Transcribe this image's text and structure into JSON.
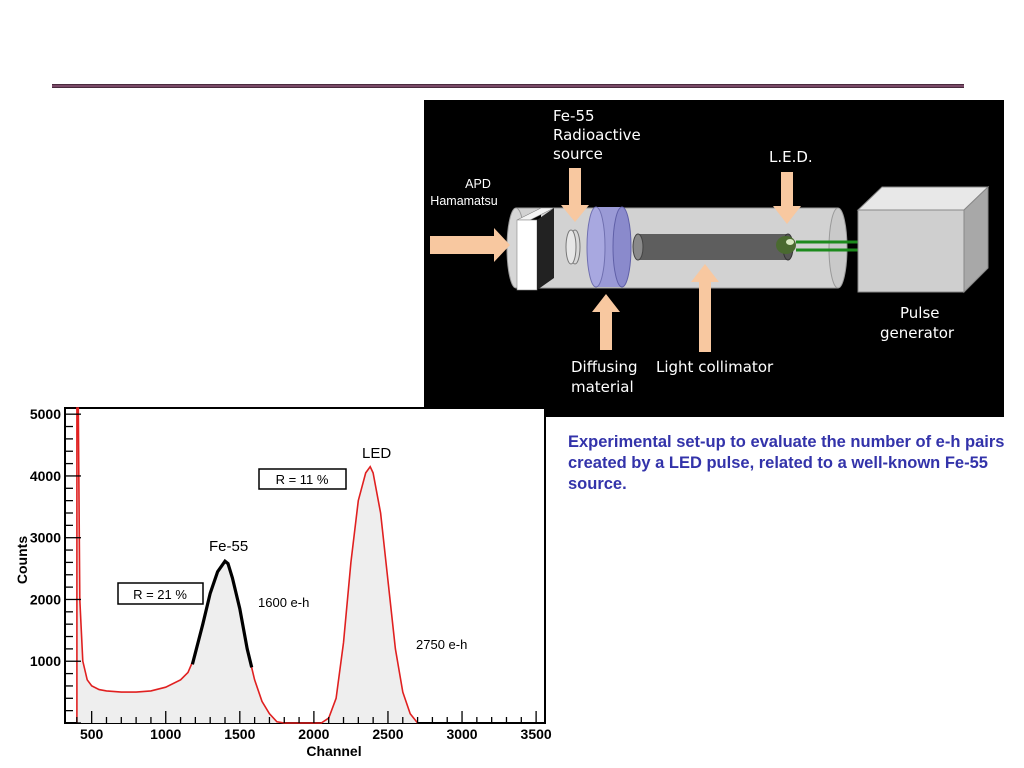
{
  "diagram": {
    "labels": {
      "apd_line1": "APD",
      "apd_line2": "Hamamatsu",
      "source_line1": "Fe-55",
      "source_line2": "Radioactive",
      "source_line3": "source",
      "led": "L.E.D.",
      "pulse_line1": "Pulse",
      "pulse_line2": "generator",
      "diffusing_line1": "Diffusing",
      "diffusing_line2": "material",
      "collimator": "Light collimator"
    }
  },
  "caption": " Experimental set-up to evaluate the number of e-h pairs created by a LED pulse, related to a well-known Fe-55 source.",
  "chart_data": {
    "type": "line",
    "xlabel": "Channel",
    "ylabel": "Counts",
    "xlim": [
      320,
      1550
    ],
    "ylim": [
      0,
      5100
    ],
    "x_ticks": [
      500,
      1000,
      1500,
      2000,
      2500,
      3000,
      3500
    ],
    "x_tick_labels": [
      "500",
      "1000",
      "1500",
      "2000",
      "2500",
      "3000",
      "3500"
    ],
    "y_ticks": [
      1000,
      2000,
      3000,
      4000,
      5000
    ],
    "y_tick_labels": [
      "1000",
      "2000",
      "3000",
      "4000",
      "5000"
    ],
    "series": [
      {
        "x": [
          400,
          400,
          410,
          420,
          440,
          470,
          500,
          550,
          600,
          700,
          800,
          900,
          1000,
          1100,
          1150,
          1200,
          1250,
          1300,
          1350,
          1400,
          1420,
          1450,
          1500,
          1550,
          1600,
          1650,
          1700,
          1750,
          1800,
          2050,
          2100,
          2150,
          2200,
          2250,
          2300,
          2350,
          2380,
          2400,
          2450,
          2500,
          2550,
          2600,
          2650,
          2700
        ],
        "values": [
          0,
          5100,
          5100,
          2000,
          1000,
          700,
          600,
          540,
          520,
          500,
          500,
          520,
          580,
          700,
          820,
          1100,
          1600,
          2100,
          2450,
          2620,
          2580,
          2350,
          1850,
          1200,
          700,
          350,
          150,
          20,
          0,
          0,
          80,
          400,
          1300,
          2600,
          3600,
          4050,
          4150,
          4050,
          3400,
          2300,
          1200,
          500,
          150,
          0
        ]
      },
      {
        "x": [
          1180,
          1250,
          1300,
          1350,
          1400,
          1420,
          1450,
          1500,
          1550,
          1580
        ],
        "values": [
          950,
          1600,
          2100,
          2450,
          2620,
          2580,
          2350,
          1850,
          1200,
          900
        ]
      }
    ],
    "annotations": {
      "led": "LED",
      "r_led": "R = 11 %",
      "fe55": "Fe-55",
      "r_fe55": "R = 21 %",
      "eh_fe55": "1600 e-h",
      "eh_led": "2750 e-h"
    }
  }
}
